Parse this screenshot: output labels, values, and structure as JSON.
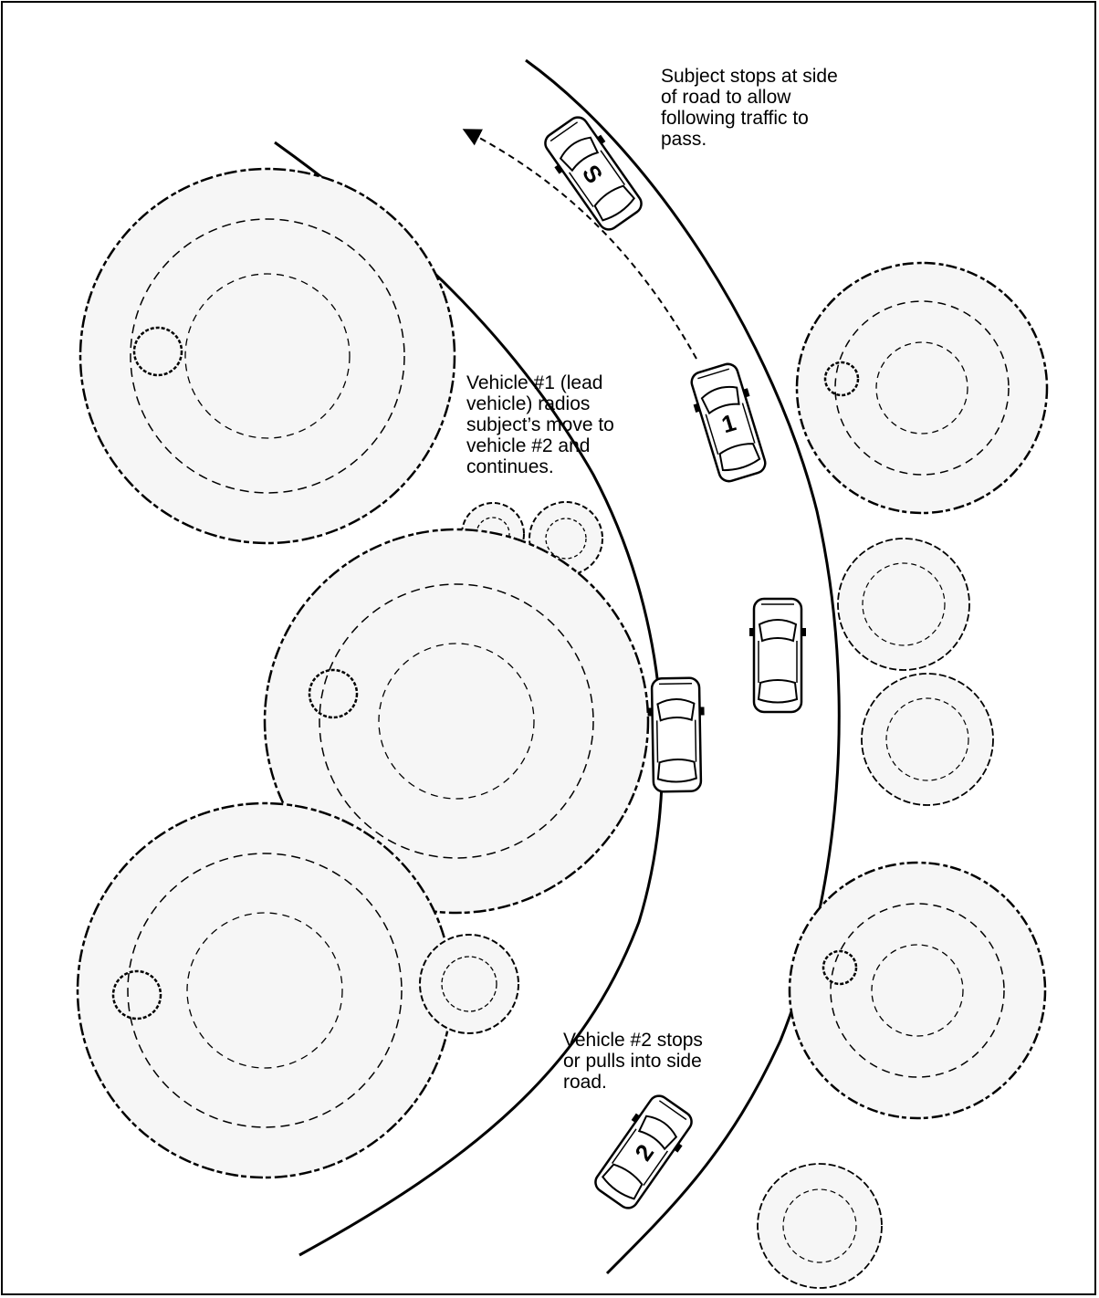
{
  "annotations": {
    "subject_note": "Subject stops at side\nof road to allow\nfollowing traffic to\npass.",
    "vehicle1_note": "Vehicle #1 (lead\nvehicle) radios\nsubject’s move to\nvehicle #2 and\ncontinues.",
    "vehicle2_note": "Vehicle #2 stops\nor pulls into side\nroad."
  },
  "vehicles": {
    "subject_label": "S",
    "vehicle1_label": "1",
    "vehicle2_label": "2"
  },
  "colors": {
    "ink": "#000000",
    "paper": "#ffffff",
    "tree_fill": "#f6f6f6"
  },
  "icons": [
    "tree-icon",
    "car-icon",
    "dashed-arrow-icon"
  ]
}
